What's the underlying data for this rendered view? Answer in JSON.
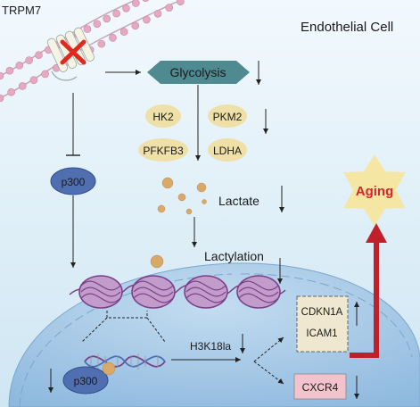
{
  "labels": {
    "trpm7": "TRPM7",
    "cell": "Endothelial Cell",
    "glycolysis": "Glycolysis",
    "enzymes": [
      "HK2",
      "PKM2",
      "PFKFB3",
      "LDHA"
    ],
    "p300_top": "p300",
    "lactate": "Lactate",
    "lactylation": "Lactylation",
    "h3k18la": "H3K18la",
    "genes_up": [
      "CDKN1A",
      "ICAM1"
    ],
    "gene_down": "CXCR4",
    "p300_bottom": "p300",
    "aging": "Aging"
  },
  "colors": {
    "background": "#e9f5fb",
    "nucleus": "#a9cce8",
    "membrane": "#e7a9c2",
    "glycolysis_box": "#4f8a90",
    "enzyme_oval": "#efe0a8",
    "p300_oval": "#4f6fb0",
    "lactate_dot": "#d9a96a",
    "nucleosome": "#a06aa8",
    "aging_star": "#f6e6a4",
    "aging_text": "#d6262b",
    "up_arrow": "#c0202a",
    "cxcr4_box": "#f2c3cc",
    "gene_box": "#efe7cf",
    "trpm7_block": "#e0281e"
  }
}
